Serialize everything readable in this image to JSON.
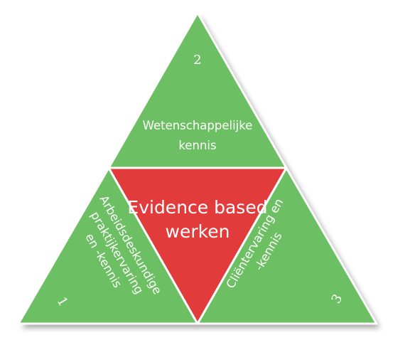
{
  "colors": {
    "green": "#6cbf62",
    "red": "#e23b3b",
    "stroke": "#ffffff",
    "text": "#ffffff"
  },
  "triangles": {
    "top": {
      "number": "2",
      "lines": [
        "Wetenschappelijke",
        "kennis"
      ]
    },
    "left": {
      "number": "1",
      "lines": [
        "Arbeidsdeskundige",
        "praktijkervaring",
        "en -kennis"
      ]
    },
    "right": {
      "number": "3",
      "lines": [
        "Cliëntervaring en",
        "-kennis"
      ]
    },
    "center": {
      "lines": [
        "Evidence based",
        "werken"
      ]
    }
  }
}
